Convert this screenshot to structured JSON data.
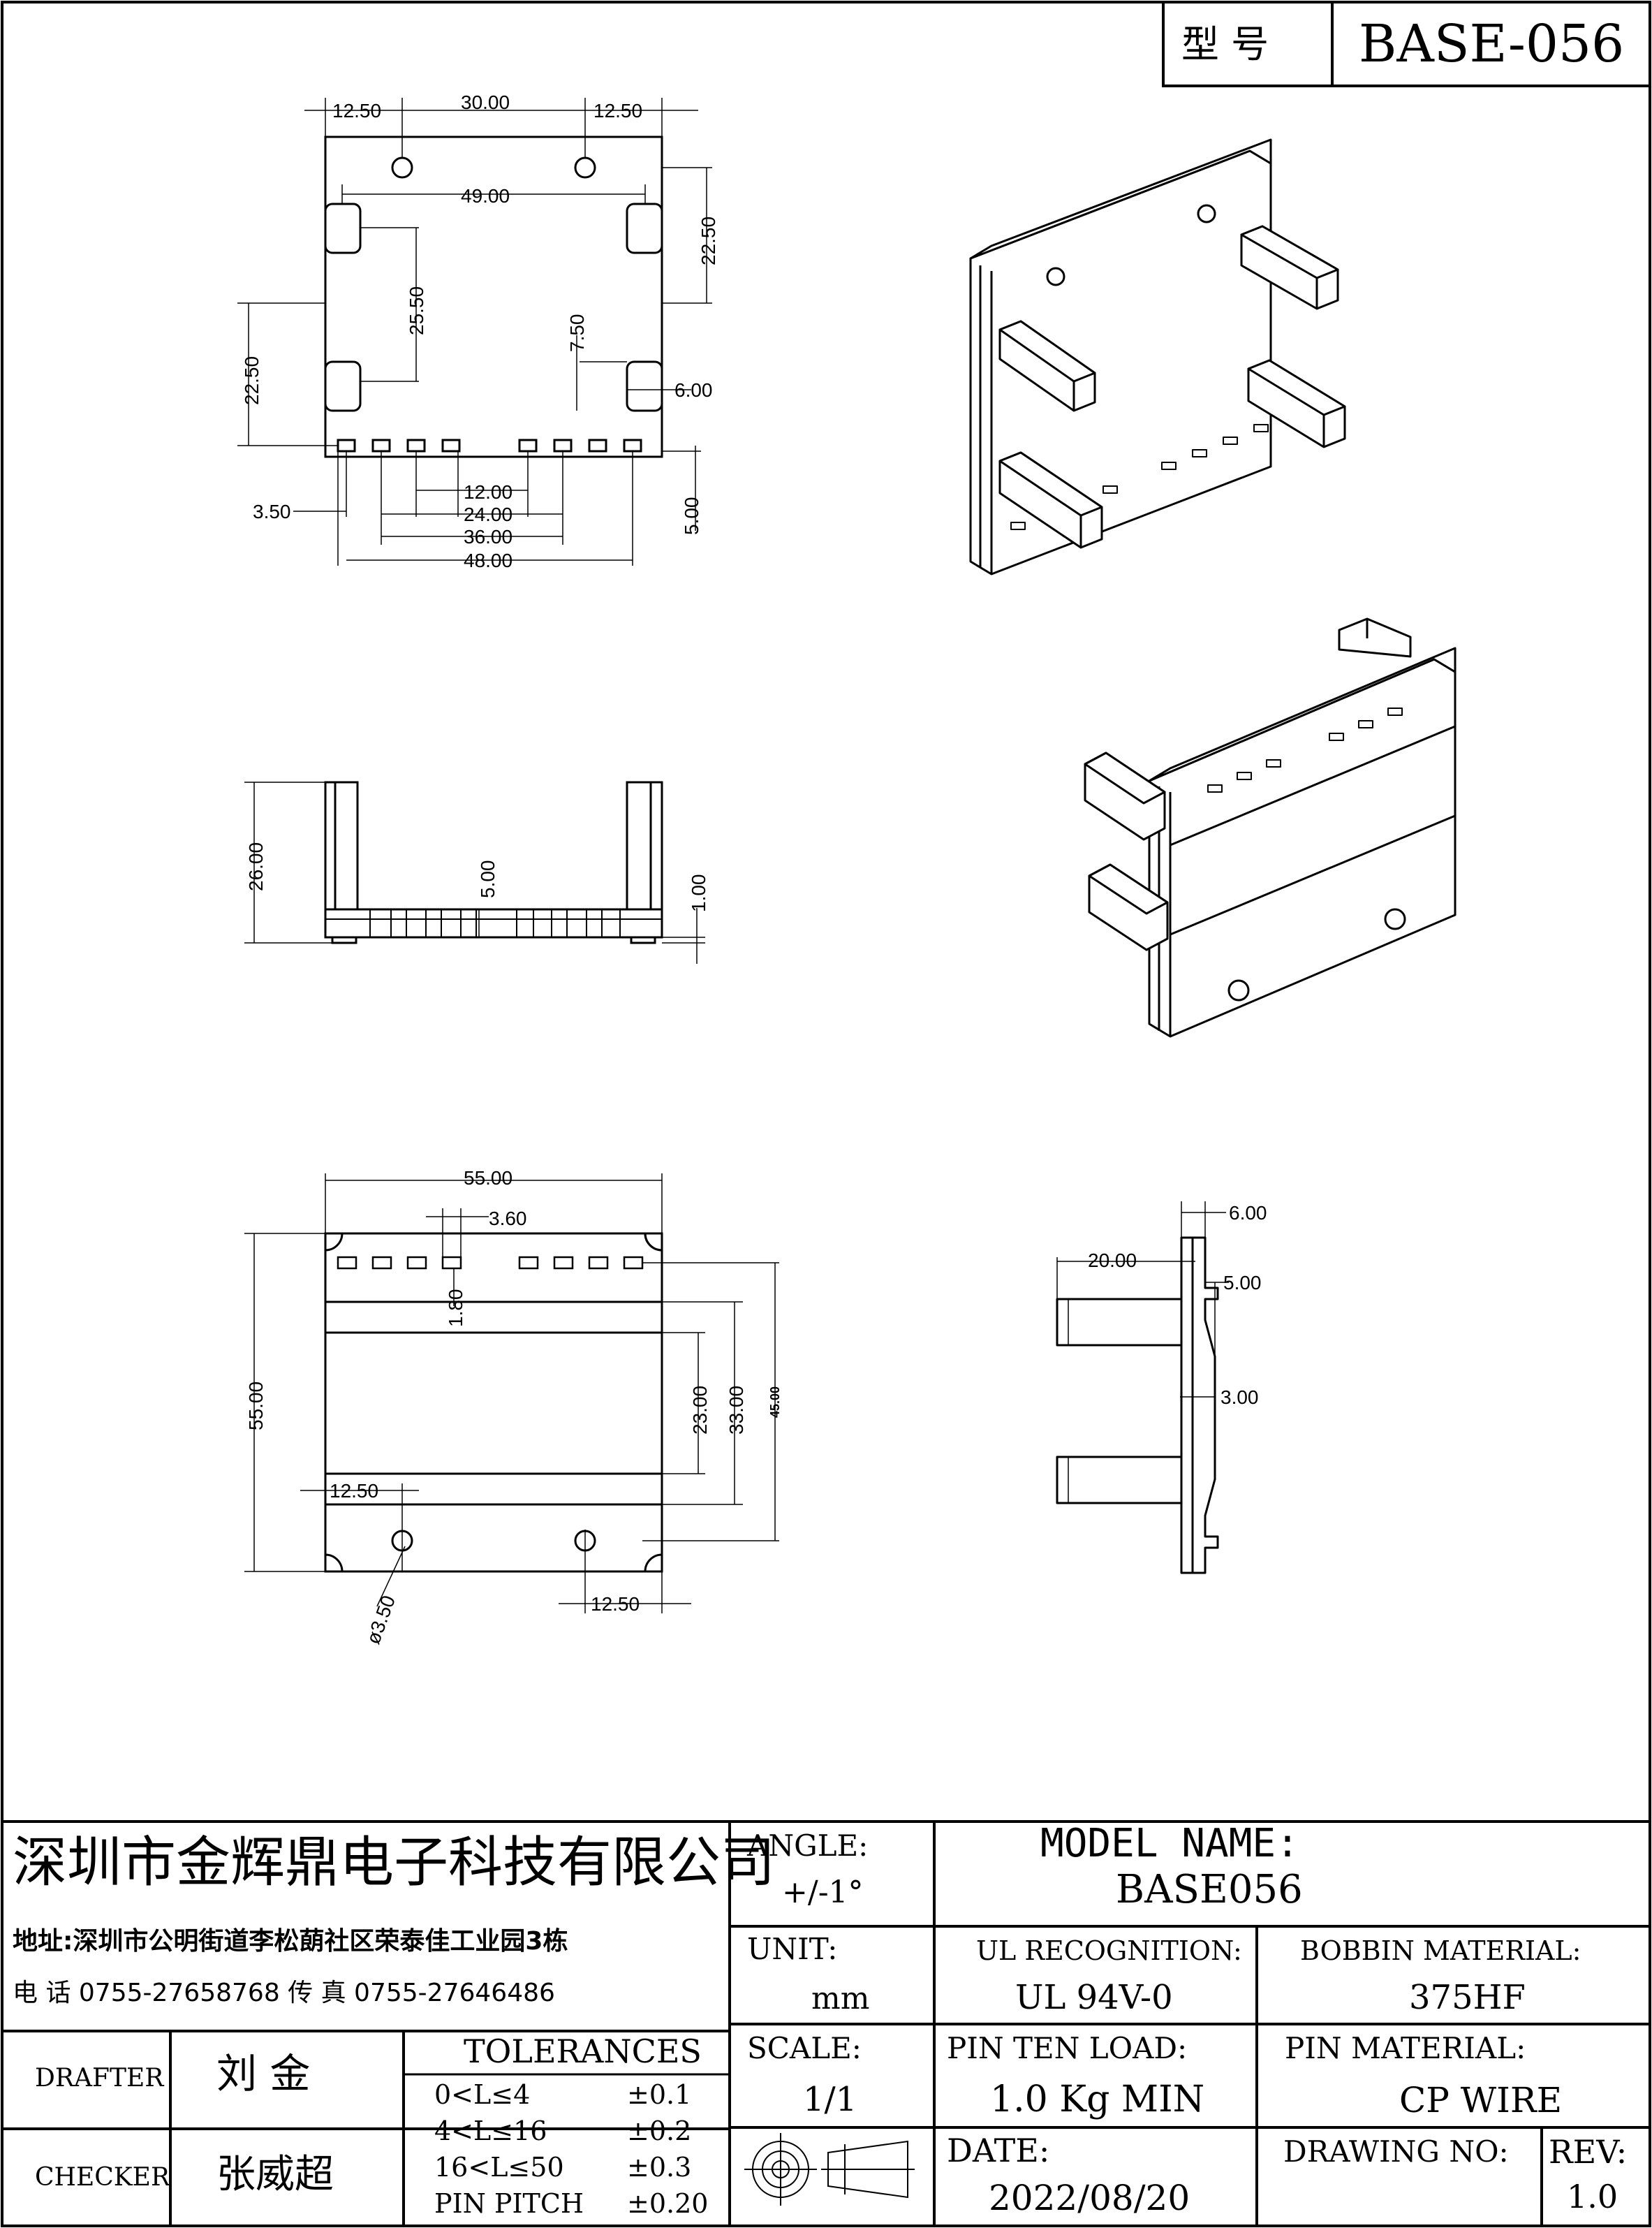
{
  "header": {
    "type_label": "型  号",
    "model": "BASE-056"
  },
  "views": {
    "top": {
      "dims": [
        "12.50",
        "30.00",
        "12.50",
        "49.00",
        "22.50",
        "25.50",
        "7.50",
        "6.00",
        "22.50",
        "3.50",
        "12.00",
        "24.00",
        "36.00",
        "48.00",
        "5.00"
      ]
    },
    "side": {
      "dims": [
        "26.00",
        "5.00",
        "1.00"
      ]
    },
    "bottom": {
      "dims": [
        "55.00",
        "3.60",
        "1.80",
        "55.00",
        "23.00",
        "33.00",
        "45.00",
        "12.50",
        "12.50",
        "ø3.50"
      ]
    },
    "profile": {
      "dims": [
        "6.00",
        "20.00",
        "5.00",
        "3.00"
      ]
    }
  },
  "title_block": {
    "company": "深圳市金辉鼎电子科技有限公司",
    "address": "地址:深圳市公明街道李松蓢社区荣泰佳工业园3栋",
    "phone": "电 话  0755-27658768   传 真  0755-27646486",
    "angle_label": "ANGLE:",
    "angle_value": "+/-1°",
    "model_name_label": "MODEL NAME:",
    "model_name_value": "BASE056",
    "unit_label": "UNIT:",
    "unit_value": "mm",
    "ul_label": "UL RECOGNITION:",
    "ul_value": "UL 94V-0",
    "bobbin_label": "BOBBIN MATERIAL:",
    "bobbin_value": "375HF",
    "drafter_label": "DRAFTER",
    "drafter_value": "刘 金",
    "checker_label": "CHECKER",
    "checker_value": "张威超",
    "tolerances_label": "TOLERANCES",
    "tolerances": [
      {
        "range": "0<L≤4",
        "value": "±0.1"
      },
      {
        "range": "4<L≤16",
        "value": "±0.2"
      },
      {
        "range": "16<L≤50",
        "value": "±0.3"
      },
      {
        "range": "PIN PITCH",
        "value": "±0.20"
      }
    ],
    "scale_label": "SCALE:",
    "scale_value": "1/1",
    "pin_load_label": "PIN TEN LOAD:",
    "pin_load_value": "1.0 Kg MIN",
    "pin_material_label": "PIN MATERIAL:",
    "pin_material_value": "CP WIRE",
    "date_label": "DATE:",
    "date_value": "2022/08/20",
    "drawing_no_label": "DRAWING NO:",
    "drawing_no_value": "",
    "rev_label": "REV:",
    "rev_value": "1.0"
  }
}
